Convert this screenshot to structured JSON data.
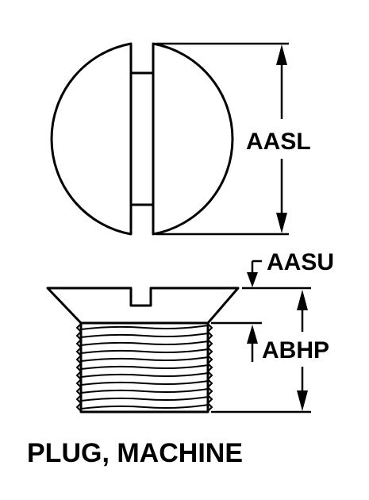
{
  "labels": {
    "head_diameter": "AASL",
    "head_height": "AASU",
    "thread_length": "ABHP"
  },
  "caption": "PLUG, MACHINE",
  "colors": {
    "ink": "#000000",
    "paper": "#ffffff"
  }
}
